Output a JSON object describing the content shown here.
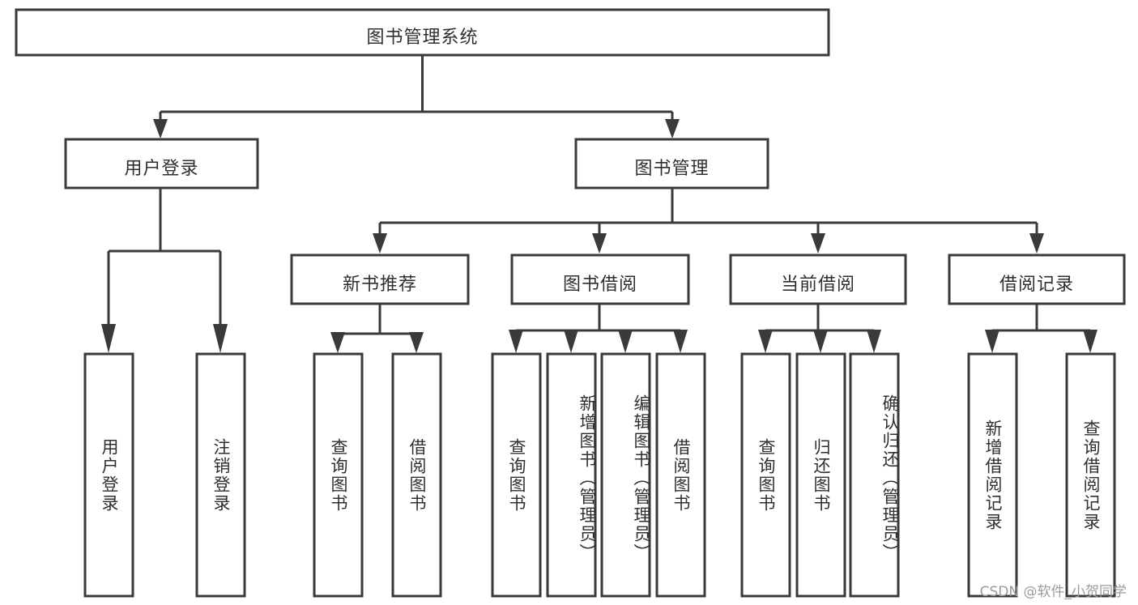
{
  "diagram": {
    "type": "tree-hierarchy-diagram",
    "title_text": "图书管理系统",
    "colors": {
      "background": "#ffffff",
      "box_stroke": "#3a3a3a",
      "box_fill": "#ffffff",
      "text": "#2f2f2f",
      "connector": "#3a3a3a",
      "watermark": "#9b9b9b"
    },
    "levels": {
      "root": {
        "label": "图书管理系统"
      },
      "level2": [
        {
          "label": "用户登录"
        },
        {
          "label": "图书管理"
        }
      ],
      "level3": [
        {
          "label": "新书推荐"
        },
        {
          "label": "图书借阅"
        },
        {
          "label": "当前借阅"
        },
        {
          "label": "借阅记录"
        }
      ],
      "leaves": {
        "user_login": [
          {
            "label": "用户登录"
          },
          {
            "label": "注销登录"
          }
        ],
        "new_book_recommend": [
          {
            "label": "查询图书"
          },
          {
            "label": "借阅图书"
          }
        ],
        "book_borrow": [
          {
            "label": "查询图书"
          },
          {
            "label": "新增图书（管理员）"
          },
          {
            "label": "编辑图书（管理员）"
          },
          {
            "label": "借阅图书"
          }
        ],
        "current_borrow": [
          {
            "label": "查询图书"
          },
          {
            "label": "归还图书"
          },
          {
            "label": "确认归还（管理员）"
          }
        ],
        "borrow_record": [
          {
            "label": "新增借阅记录"
          },
          {
            "label": "查询借阅记录"
          }
        ]
      }
    },
    "watermark": "CSDN @软件_小贺同学"
  }
}
